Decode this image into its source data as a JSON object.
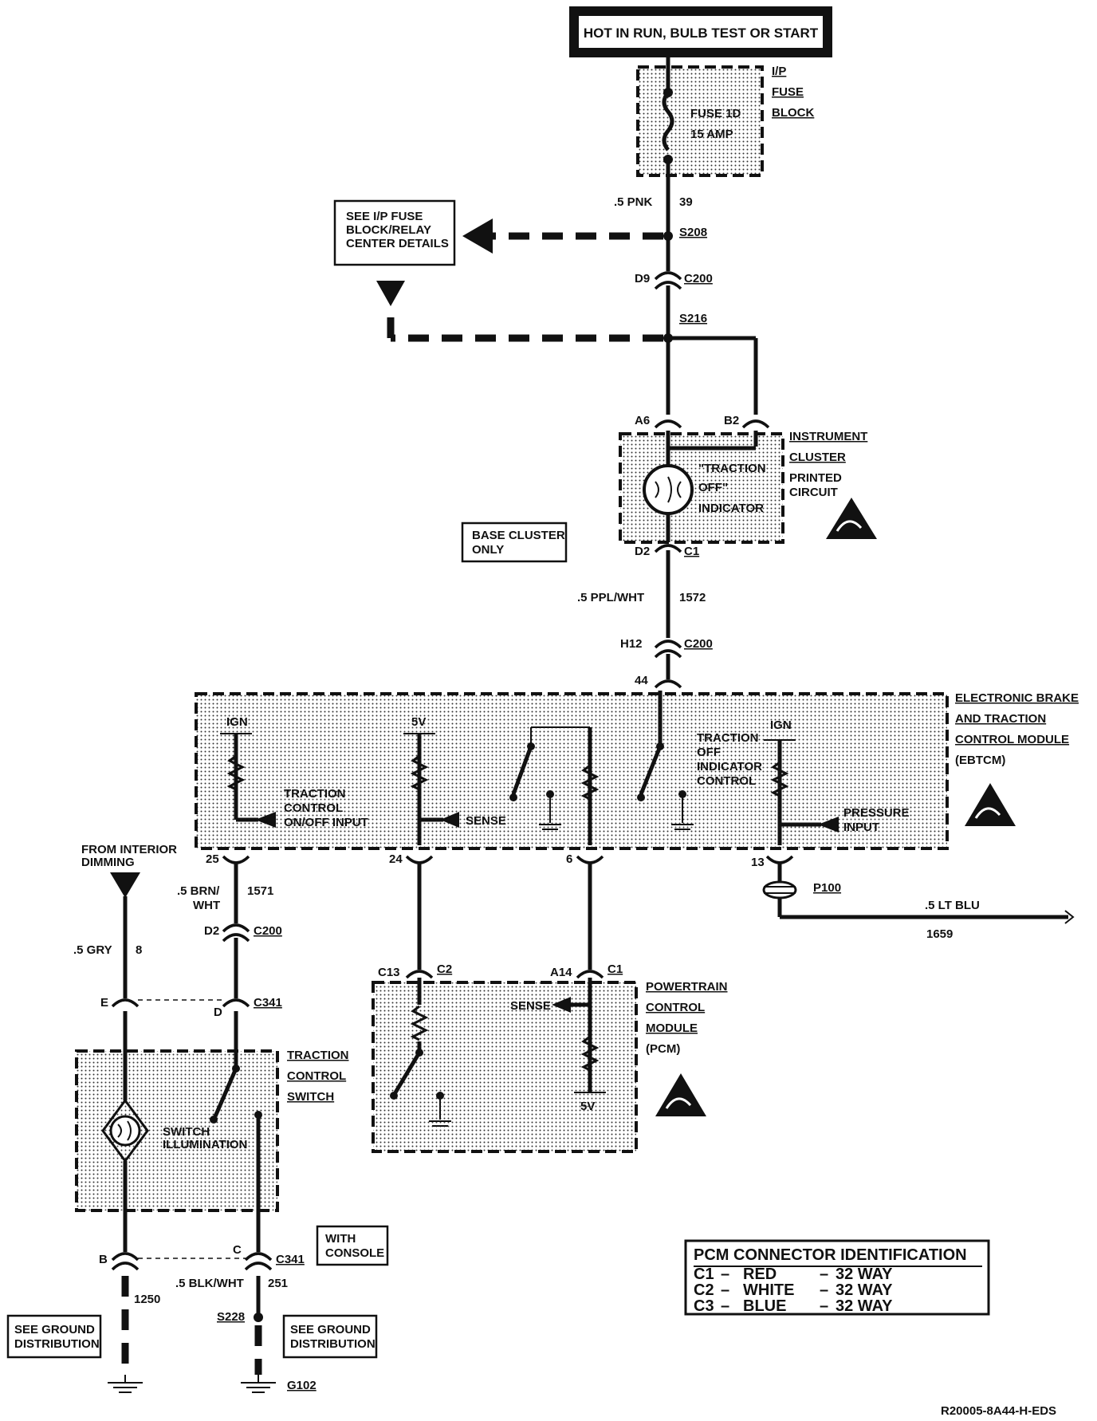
{
  "title_box": "HOT IN RUN, BULB TEST OR START",
  "fuse_block": {
    "label_lines": [
      "I/P",
      "FUSE",
      "BLOCK"
    ],
    "fuse_name": "FUSE 1D",
    "fuse_rating": "15 AMP"
  },
  "wires": {
    "pnk_label": ".5 PNK",
    "pnk_circuit": "39",
    "ppl_wht_label": ".5 PPL/WHT",
    "ppl_wht_circuit": "1572",
    "brn_wht_label_1": ".5 BRN/",
    "brn_wht_label_2": "WHT",
    "brn_wht_circuit": "1571",
    "gry_label": ".5 GRY",
    "gry_circuit": "8",
    "lt_blu_label": ".5 LT BLU",
    "lt_blu_circuit": "1659",
    "blk_wht_label": ".5 BLK/WHT",
    "blk_wht_circuit": "251",
    "gnd_circuit": "1250"
  },
  "splices": {
    "s208": "S208",
    "s216": "S216",
    "s228": "S228",
    "g102": "G102",
    "p100": "P100"
  },
  "connectors": {
    "d9": "D9",
    "c200_top": "C200",
    "a6": "A6",
    "b2": "B2",
    "d2_cluster": "D2",
    "c1_cluster": "C1",
    "h12": "H12",
    "c200_mid": "C200",
    "pin_44": "44",
    "pin_25": "25",
    "pin_24": "24",
    "pin_6": "6",
    "pin_13": "13",
    "d2_left": "D2",
    "c200_left": "C200",
    "e_pin": "E",
    "d_pin": "D",
    "c341_top": "C341",
    "c13": "C13",
    "c2": "C2",
    "a14": "A14",
    "c1_pcm": "C1",
    "b_pin": "B",
    "c_pin": "C",
    "c341_bottom": "C341"
  },
  "notes": {
    "see_ip_fuse": [
      "SEE I/P FUSE",
      "BLOCK/RELAY",
      "CENTER DETAILS"
    ],
    "base_cluster": [
      "BASE CLUSTER",
      "ONLY"
    ],
    "from_interior": [
      "FROM INTERIOR",
      "DIMMING"
    ],
    "with_console": [
      "WITH",
      "CONSOLE"
    ],
    "see_ground_left": [
      "SEE GROUND",
      "DISTRIBUTION"
    ],
    "see_ground_right": [
      "SEE GROUND",
      "DISTRIBUTION"
    ]
  },
  "instrument_cluster": {
    "label_lines": [
      "INSTRUMENT",
      "CLUSTER",
      "PRINTED",
      "CIRCUIT"
    ],
    "indicator_lines": [
      "\"TRACTION",
      "OFF\"",
      "INDICATOR"
    ]
  },
  "ebtcm": {
    "label_lines": [
      "ELECTRONIC BRAKE",
      "AND TRACTION",
      "CONTROL MODULE",
      "(EBTCM)"
    ],
    "ign_left": "IGN",
    "v5": "5V",
    "ign_right": "IGN",
    "tc_input": [
      "TRACTION",
      "CONTROL",
      "ON/OFF INPUT"
    ],
    "sense": "SENSE",
    "indicator_control": [
      "TRACTION",
      "OFF",
      "INDICATOR",
      "CONTROL"
    ],
    "pressure_input": [
      "PRESSURE",
      "INPUT"
    ]
  },
  "pcm": {
    "label_lines": [
      "POWERTRAIN",
      "CONTROL",
      "MODULE",
      "(PCM)"
    ],
    "sense": "SENSE",
    "v5": "5V"
  },
  "tc_switch": {
    "label_lines": [
      "TRACTION",
      "CONTROL",
      "SWITCH"
    ],
    "illum_lines": [
      "SWITCH",
      "ILLUMINATION"
    ]
  },
  "pcm_table": {
    "title": "PCM CONNECTOR IDENTIFICATION",
    "rows": [
      {
        "id": "C1",
        "color": "RED",
        "ways": "32 WAY"
      },
      {
        "id": "C2",
        "color": "WHITE",
        "ways": "32 WAY"
      },
      {
        "id": "C3",
        "color": "BLUE",
        "ways": "32 WAY"
      }
    ]
  },
  "footer_code": "R20005-8A44-H-EDS"
}
